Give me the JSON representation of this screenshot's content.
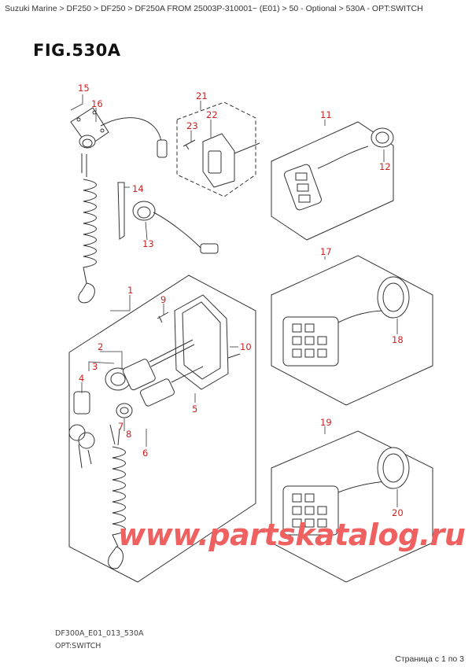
{
  "breadcrumb": "Suzuki Marine > DF250 > DF250 > DF250A FROM 25003P-310001~ (E01) > 50 - Optional > 530A - OPT:SWITCH",
  "figure_title": "FIG.530A",
  "callouts": {
    "c1": "1",
    "c2": "2",
    "c3": "3",
    "c4": "4",
    "c5": "5",
    "c6": "6",
    "c7": "7",
    "c8": "8",
    "c9": "9",
    "c10": "10",
    "c11": "11",
    "c12": "12",
    "c13": "13",
    "c14": "14",
    "c15": "15",
    "c16": "16",
    "c17": "17",
    "c18": "18",
    "c19": "19",
    "c20": "20",
    "c21": "21",
    "c22": "22",
    "c23": "23"
  },
  "watermark": "www.partskatalog.ru",
  "footer": {
    "code": "DF300A_E01_013_530A",
    "name": "OPT:SWITCH"
  },
  "page_counter": "Страница с 1 по 3",
  "colors": {
    "callout": "#cc2020",
    "watermark": "#ef6161",
    "line": "#333333"
  }
}
